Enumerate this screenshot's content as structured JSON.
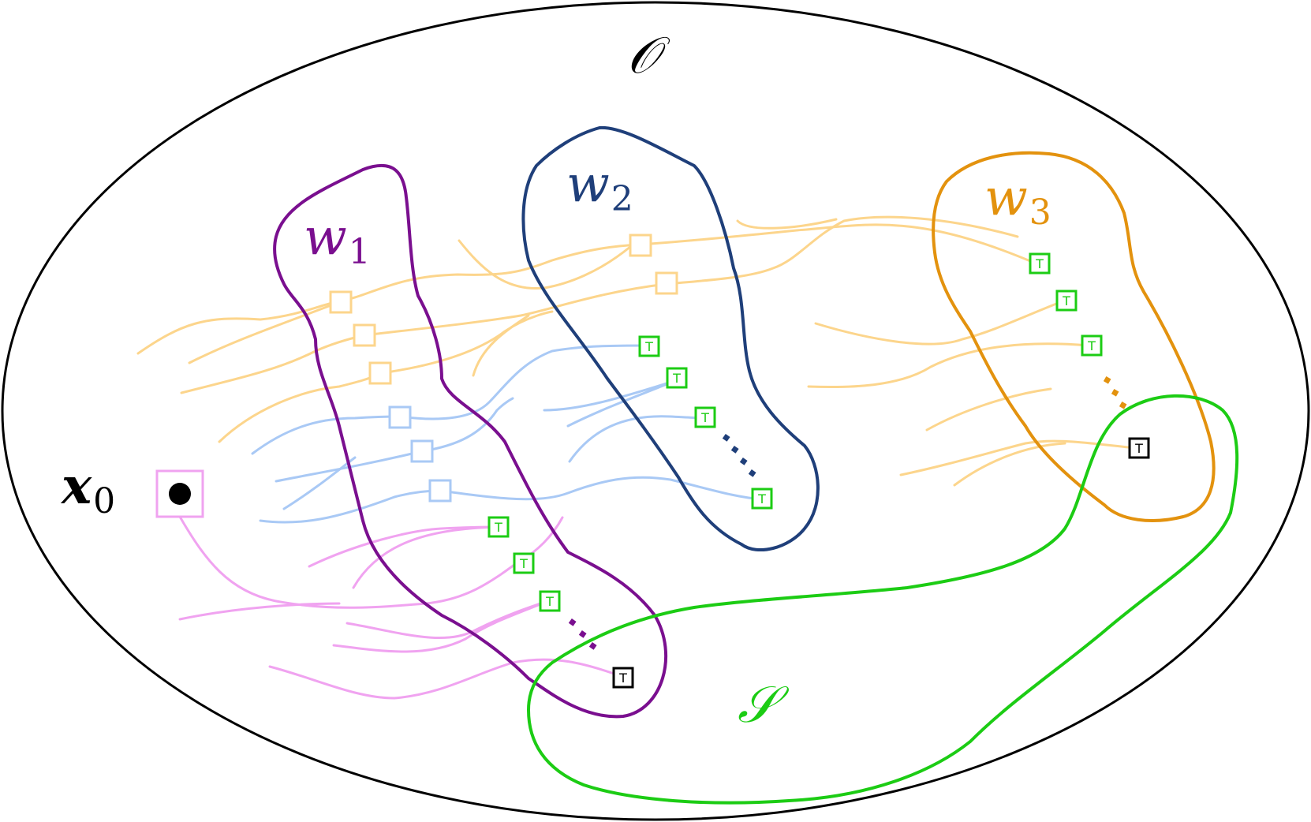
{
  "labels": {
    "outer_set": "𝒪",
    "w1": {
      "main": "w",
      "sub": "1"
    },
    "w2": {
      "main": "w",
      "sub": "2"
    },
    "w3": {
      "main": "w",
      "sub": "3"
    },
    "start": {
      "main": "x",
      "sub": "0"
    },
    "target_set": "𝒮",
    "terminal_marker": "T"
  },
  "colors": {
    "outer": "#000000",
    "w1": "#7a0f8f",
    "w2": "#1f3f7a",
    "w3": "#e3920e",
    "target": "#1ccc14",
    "orange_traj": "#fcd58c",
    "blue_traj": "#a9c9f5",
    "pink_traj": "#f0a3f0",
    "start_box": "#f0a3f0",
    "terminal_in": "#1ccc14",
    "terminal_other": "#000000"
  }
}
